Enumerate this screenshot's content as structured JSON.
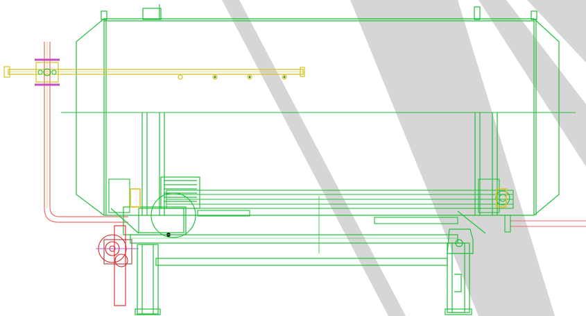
{
  "drawing": {
    "type": "CAD mechanical assembly drawing",
    "background": "#ffffff",
    "colors": {
      "main_line": "#1fbf3a",
      "pipe_red": "#e02020",
      "pipe_pink": "#f06a6a",
      "valve_magenta": "#c050c0",
      "spray_yellow": "#d6c21a",
      "watermark_gray": "#cccccc",
      "black_marks": "#111111"
    },
    "components": [
      "tank-shell",
      "spray-bar",
      "inlet-pipe",
      "drive-motor",
      "coupling",
      "shaft",
      "base-frame",
      "legs",
      "watermark-stripes"
    ]
  }
}
